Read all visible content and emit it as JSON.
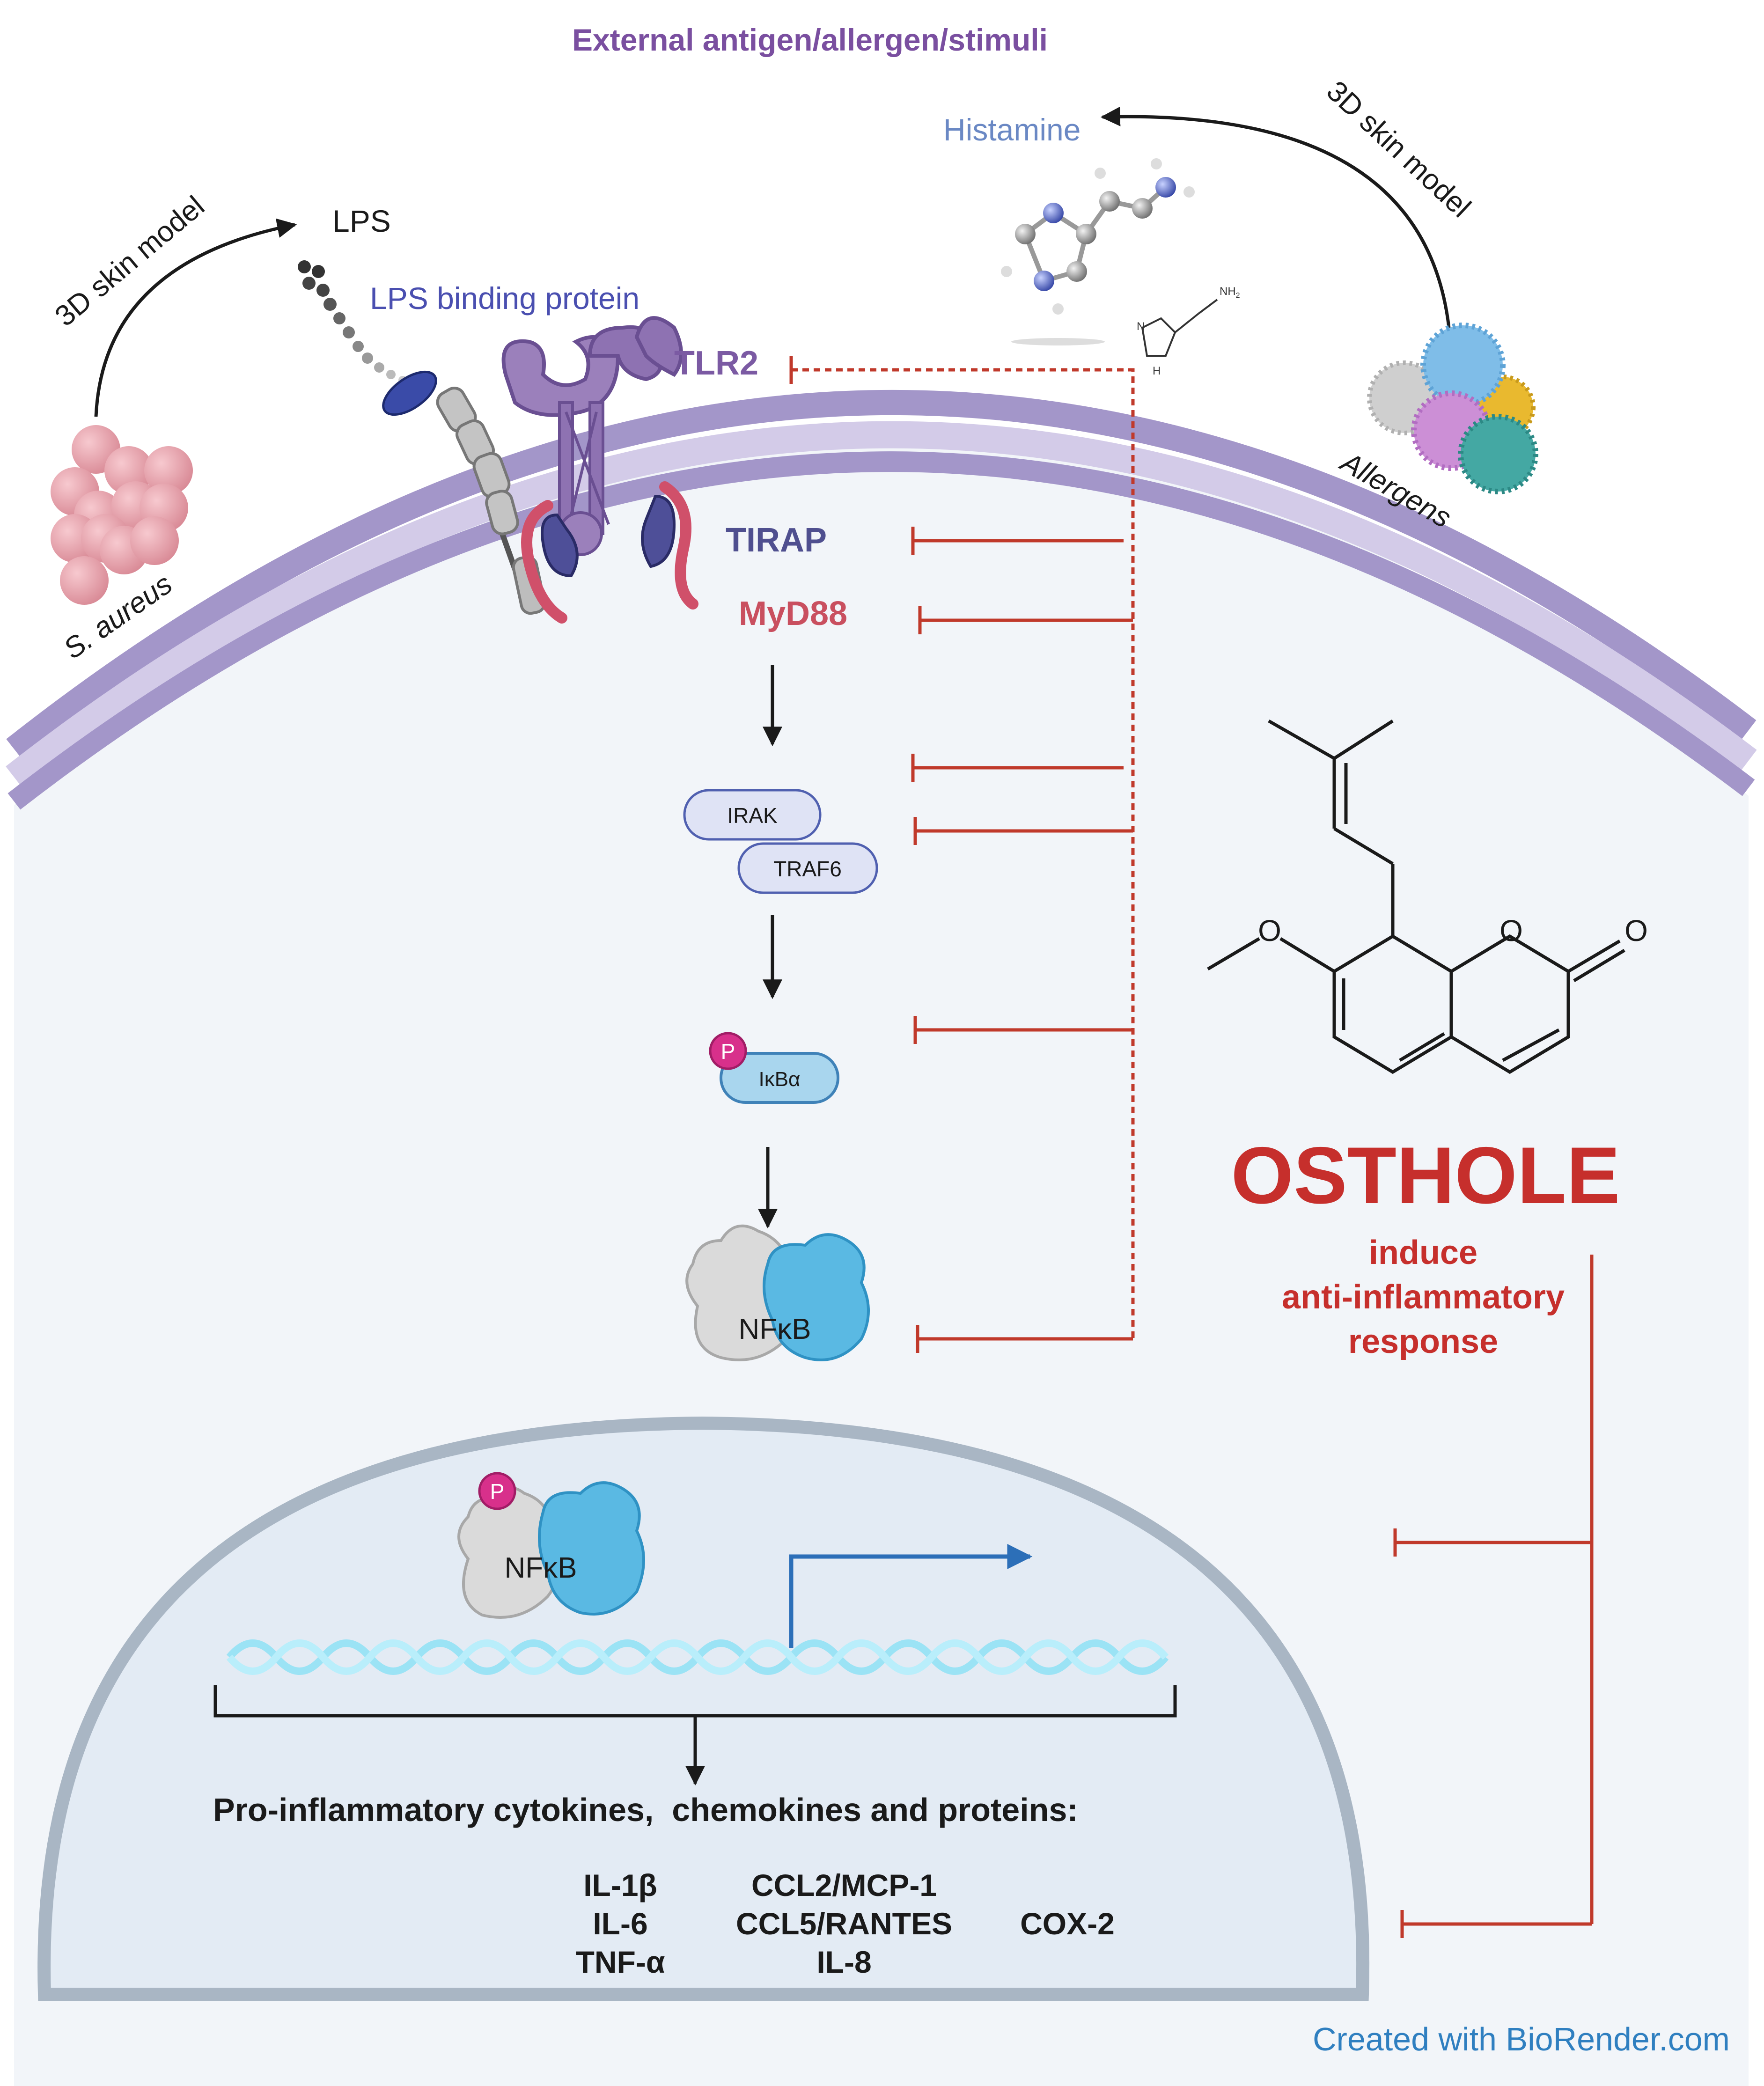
{
  "header": {
    "title": "External antigen/allergen/stimuli"
  },
  "left_source": {
    "arc_label": "3D skin model",
    "organism_label": "S. aureus",
    "product_label": "LPS"
  },
  "right_source": {
    "arc_label": "3D skin model",
    "organism_label": "Allergens",
    "product_label": "Histamine"
  },
  "receptor": {
    "binding_protein_label": "LPS binding protein",
    "tlr_label": "TLR2",
    "nh2_label": "NH",
    "nh2_sub": "2",
    "n_label": "N",
    "h_label": "H"
  },
  "pathway": {
    "tirap": "TIRAP",
    "myd88": "MyD88",
    "irak": "IRAK",
    "traf6": "TRAF6",
    "ikba": "IκBα",
    "phospho": "P",
    "nfkb": "NFκB",
    "nfkb_nuclear": "NFκB"
  },
  "nucleus": {
    "output_heading": "Pro-inflammatory cytokines,  chemokines and proteins:",
    "cytokines": [
      "IL-1β",
      "IL-6",
      "TNF-α"
    ],
    "chemokines": [
      "CCL2/MCP-1",
      "CCL5/RANTES",
      "IL-8"
    ],
    "proteins": [
      "COX-2"
    ]
  },
  "osthole": {
    "name": "OSTHOLE",
    "effect_line1": "induce",
    "effect_line2": "anti-inflammatory",
    "effect_line3": "response",
    "atom_o": "O"
  },
  "footer": {
    "credit": "Created with BioRender.com"
  },
  "colors": {
    "header_purple": "#7a4fa0",
    "tlr_purple": "#7b5aa3",
    "tirap_blue": "#4f4f8f",
    "myd88_red": "#c94f5f",
    "inhibit_red": "#c0392b",
    "osthole_red": "#c62f2c",
    "membrane": "#a397cc",
    "nucleus_stroke": "#aab7c5",
    "credit_blue": "#2f7fc0"
  }
}
